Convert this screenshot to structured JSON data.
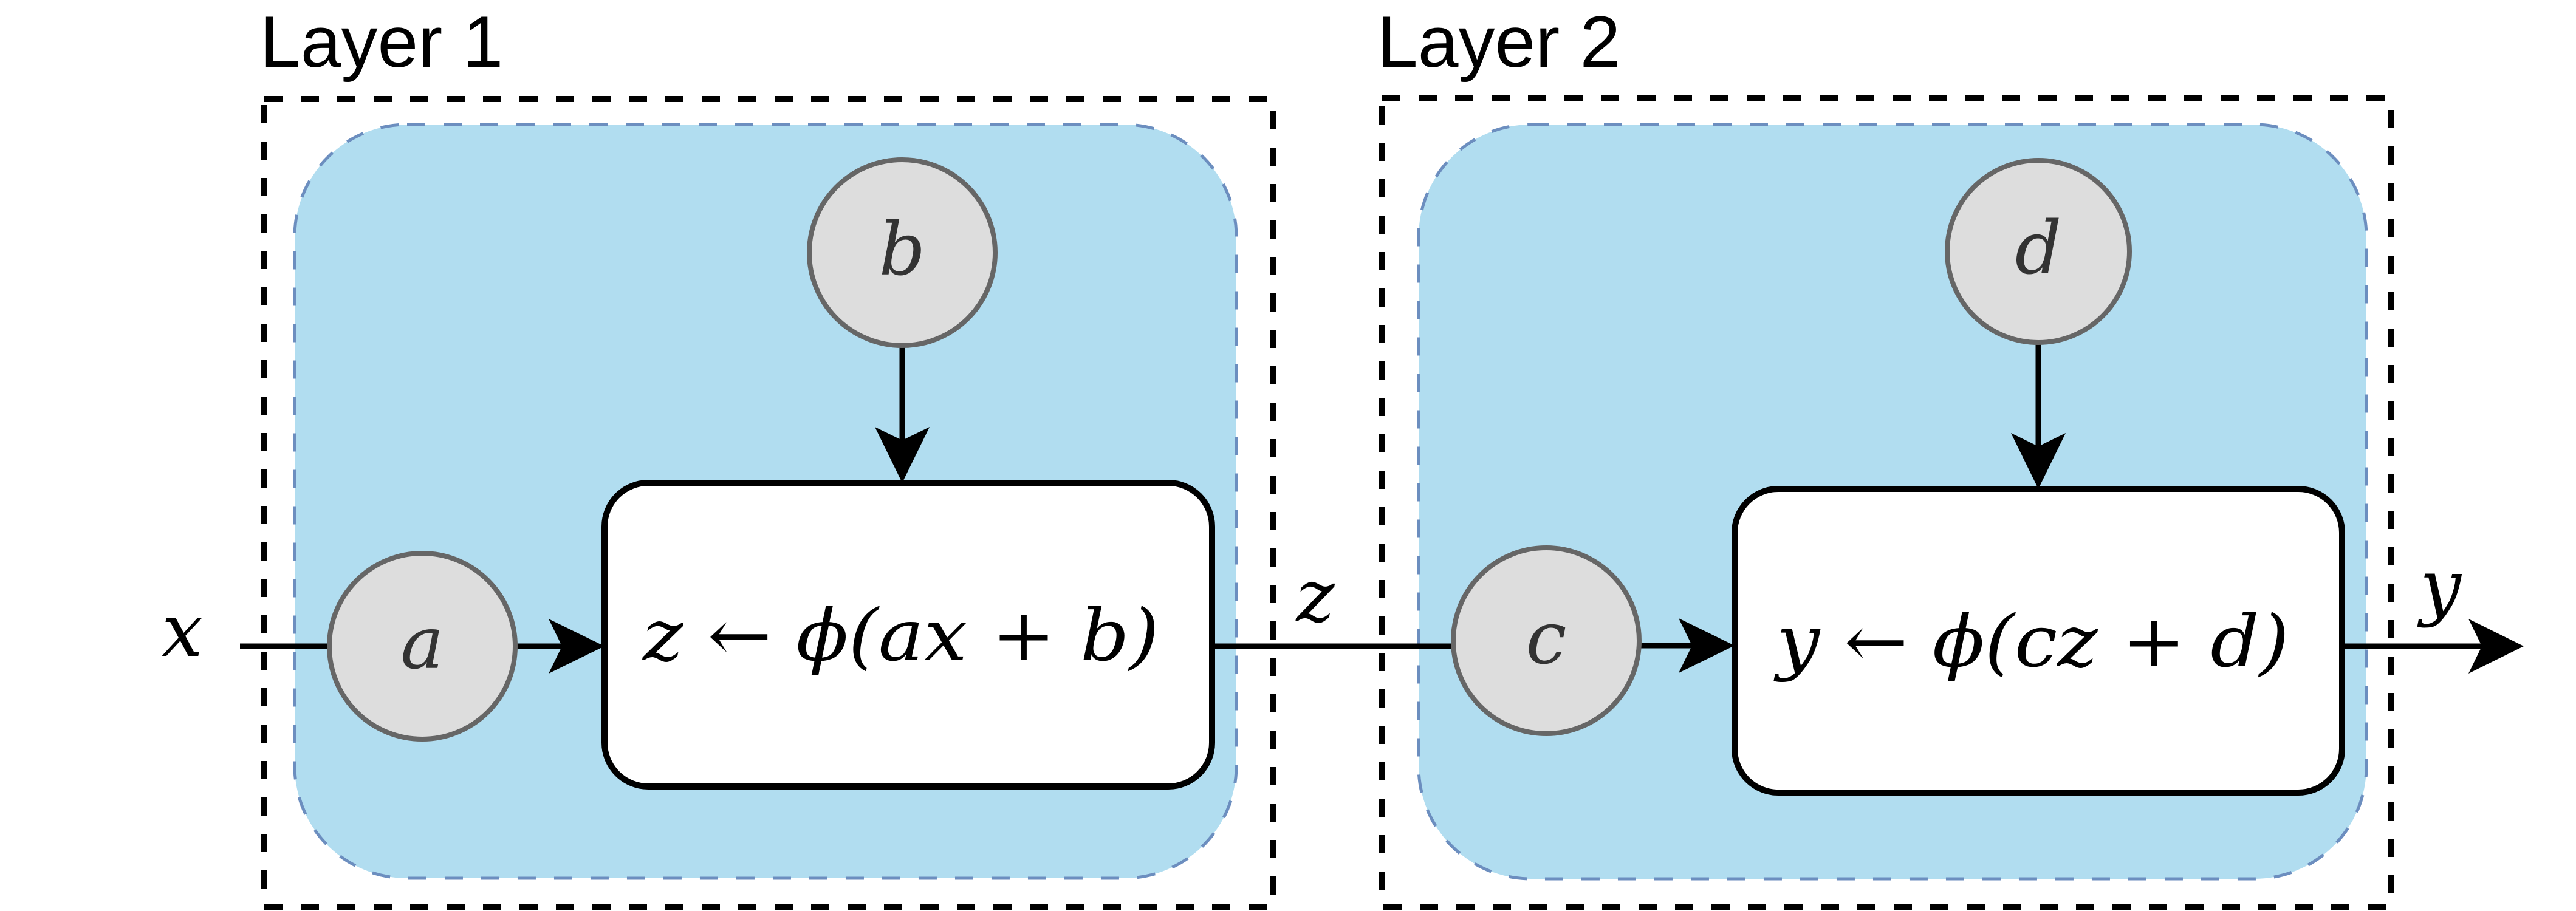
{
  "colors": {
    "layer_fill": "#B1DDF0",
    "layer_stroke": "#6C8EBF",
    "param_fill": "#DDDDDD",
    "param_stroke": "#666666",
    "param_text": "#333333",
    "edge": "#000000",
    "func_fill": "#FFFFFF"
  },
  "layers": [
    {
      "title": "Layer 1",
      "params": [
        {
          "id": "a",
          "label": "a"
        },
        {
          "id": "b",
          "label": "b"
        }
      ],
      "function": {
        "output": "z",
        "arrow": "←",
        "expression": "ϕ(ax + b)",
        "full": "z ← ϕ(ax + b)"
      }
    },
    {
      "title": "Layer 2",
      "params": [
        {
          "id": "c",
          "label": "c"
        },
        {
          "id": "d",
          "label": "d"
        }
      ],
      "function": {
        "output": "y",
        "arrow": "←",
        "expression": "ϕ(cz + d)",
        "full": "y ← ϕ(cz + d)"
      }
    }
  ],
  "edges": {
    "input_label": "x",
    "intermediate_label": "z",
    "output_label": "y"
  }
}
